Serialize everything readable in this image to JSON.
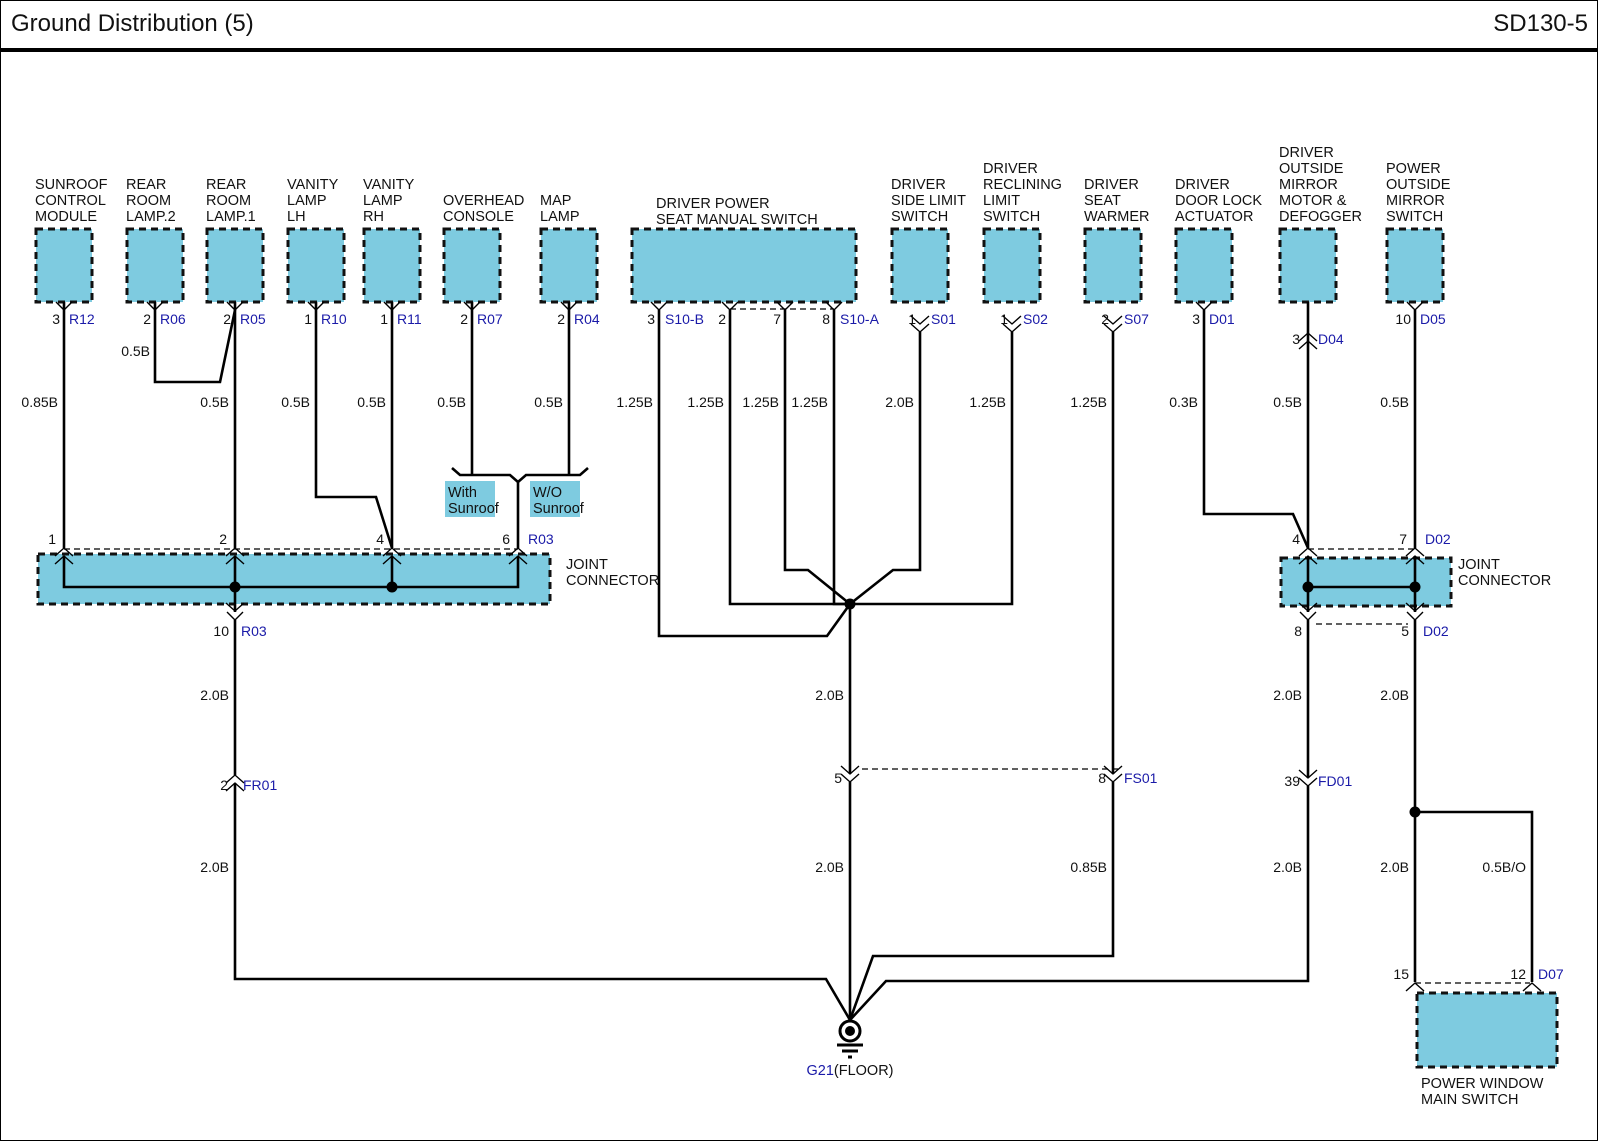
{
  "header": {
    "title": "Ground Distribution (5)",
    "code": "SD130-5"
  },
  "colors": {
    "component_fill": "#7ecbe0",
    "connector_text": "#1a1aa8",
    "wire": "#000000"
  },
  "components": [
    {
      "id": "sunroof",
      "lines": [
        "SUNROOF",
        "CONTROL",
        "MODULE"
      ],
      "pin": "3",
      "connector": "R12"
    },
    {
      "id": "rear-room-lamp-2",
      "lines": [
        "REAR",
        "ROOM",
        "LAMP.2"
      ],
      "pin": "2",
      "connector": "R06"
    },
    {
      "id": "rear-room-lamp-1",
      "lines": [
        "REAR",
        "ROOM",
        "LAMP.1"
      ],
      "pin": "2",
      "connector": "R05"
    },
    {
      "id": "vanity-lamp-lh",
      "lines": [
        "VANITY",
        "LAMP",
        "LH"
      ],
      "pin": "1",
      "connector": "R10"
    },
    {
      "id": "vanity-lamp-rh",
      "lines": [
        "VANITY",
        "LAMP",
        "RH"
      ],
      "pin": "1",
      "connector": "R11"
    },
    {
      "id": "overhead-console",
      "lines": [
        "OVERHEAD",
        "CONSOLE"
      ],
      "pin": "2",
      "connector": "R07"
    },
    {
      "id": "map-lamp",
      "lines": [
        "MAP",
        "LAMP"
      ],
      "pin": "2",
      "connector": "R04"
    },
    {
      "id": "driver-power-seat-switch",
      "lines": [
        "DRIVER POWER",
        "SEAT MANUAL SWITCH"
      ],
      "pins": [
        "3",
        "2",
        "7",
        "8"
      ],
      "connector_left": "S10-B",
      "connector_right": "S10-A"
    },
    {
      "id": "driver-side-limit-switch",
      "lines": [
        "DRIVER",
        "SIDE LIMIT",
        "SWITCH"
      ],
      "pin": "1",
      "connector": "S01"
    },
    {
      "id": "driver-reclining-limit-switch",
      "lines": [
        "DRIVER",
        "RECLINING",
        "LIMIT",
        "SWITCH"
      ],
      "pin": "1",
      "connector": "S02"
    },
    {
      "id": "driver-seat-warmer",
      "lines": [
        "DRIVER",
        "SEAT",
        "WARMER"
      ],
      "pin": "2",
      "connector": "S07"
    },
    {
      "id": "driver-door-lock-actuator",
      "lines": [
        "DRIVER",
        "DOOR LOCK",
        "ACTUATOR"
      ],
      "pin": "3",
      "connector": "D01"
    },
    {
      "id": "driver-outside-mirror",
      "lines": [
        "DRIVER",
        "OUTSIDE",
        "MIRROR",
        "MOTOR &",
        "DEFOGGER"
      ],
      "pin": "3",
      "connector": "D04"
    },
    {
      "id": "power-outside-mirror-switch",
      "lines": [
        "POWER",
        "OUTSIDE",
        "MIRROR",
        "SWITCH"
      ],
      "pin": "10",
      "connector": "D05"
    },
    {
      "id": "power-window-main-switch",
      "lines": [
        "POWER WINDOW",
        "MAIN SWITCH"
      ],
      "pins": [
        "15",
        "12"
      ],
      "connector": "D07"
    }
  ],
  "wire_gauges": {
    "r12": "0.85B",
    "r06": "0.5B",
    "r05": "0.5B",
    "r10": "0.5B",
    "r11": "0.5B",
    "r07": "0.5B",
    "r04": "0.5B",
    "s10_3": "1.25B",
    "s10_2": "1.25B",
    "s10_7": "1.25B",
    "s10_8": "1.25B",
    "s01": "2.0B",
    "s02": "1.25B",
    "s07": "1.25B",
    "d01": "0.3B",
    "d04": "0.5B",
    "d05": "0.5B",
    "r03_out": "2.0B",
    "fr01_out": "2.0B",
    "center_up": "2.0B",
    "center_down": "2.0B",
    "fs01_out": "0.85B",
    "d02_8_up": "2.0B",
    "fd01_out": "2.0B",
    "d02_5_up": "2.0B",
    "d07_15": "2.0B",
    "d07_12": "0.5B/O"
  },
  "options": {
    "with_sunroof": [
      "With",
      "Sunroof"
    ],
    "without_sunroof": [
      "W/O",
      "Sunroof"
    ]
  },
  "joint_connectors": {
    "r03": {
      "label": [
        "JOINT",
        "CONNECTOR"
      ],
      "connector": "R03",
      "in_pins": [
        "1",
        "2",
        "4",
        "6"
      ],
      "out_pin": "10"
    },
    "d02": {
      "label": [
        "JOINT",
        "CONNECTOR"
      ],
      "connector": "D02",
      "in_pins": [
        "4",
        "7"
      ],
      "out_pins": [
        "8",
        "5"
      ]
    }
  },
  "inline_connectors": {
    "fr01": {
      "pin": "2",
      "connector": "FR01"
    },
    "fs01": {
      "pins": [
        "5",
        "8"
      ],
      "connector": "FS01"
    },
    "fd01": {
      "pin": "39",
      "connector": "FD01"
    }
  },
  "ground": {
    "id": "G21",
    "location": "(FLOOR)"
  }
}
